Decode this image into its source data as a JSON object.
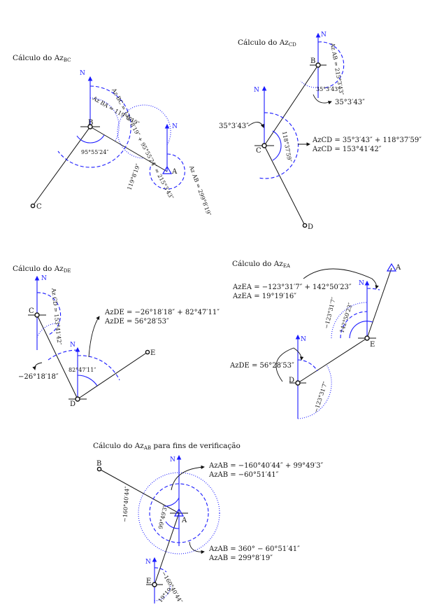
{
  "points": {
    "a": "A",
    "b": "B",
    "c": "C",
    "d": "D",
    "e": "E"
  },
  "panels": {
    "bc": {
      "title_prefix": "Cálculo do Az",
      "title_sub": "BC",
      "north": "N",
      "angle_b": "95°55′24″",
      "az_bc_expr": "Az BC = 119°8′19″ + 95°55′24″ = 215°3′43″",
      "az_ba": "Az BA = 119°8′19″",
      "az_ab": "Az AB = 299°8′19″",
      "az_ab_minus": "119°8′19″"
    },
    "cd": {
      "title_prefix": "Cálculo do Az",
      "title_sub": "CD",
      "north": "N",
      "az_ba": "Az AB = 215°3′43″",
      "minus_small": "35°3′43″",
      "angle_c": "118°37′59″",
      "callout_b": "35°3′43″",
      "callout_c": "35°3′43″",
      "eq1": "AzCD = 35°3′43″ + 118°37′59″",
      "eq2": "AzCD = 153°41′42″"
    },
    "de": {
      "title_prefix": "Cálculo do Az",
      "title_sub": "DE",
      "north": "N",
      "az_cd": "Az CD = 153°41′42″",
      "angle_d": "82°47′11″",
      "callout_c": "−26°18′18″",
      "eq1": "AzDE = −26°18′18″ + 82°47′11″",
      "eq2": "AzDE = 56°28′53″"
    },
    "ea": {
      "title_prefix": "Cálculo do Az",
      "title_sub": "EA",
      "north": "N",
      "az_neg": "−123°31′7″",
      "angle_e": "142°50′23″",
      "az_neg_d": "−123°31′7″",
      "callout_d": "AzDE = 56°28′53″",
      "eq1": "AzEA = −123°31′7″ + 142°50′23″",
      "eq2": "AzEA = 19°19′16″"
    },
    "ab": {
      "title_prefix": "Cálculo do Az",
      "title_sub": "AB",
      "title_suffix": " para fins de verificação",
      "north": "N",
      "az_neg": "−160°40′44″",
      "angle_a": "99°49′3″",
      "az_e_neg": "−160°40′44″",
      "az_e_small": "19°19′",
      "eq1": "AzAB = −160°40′44″ + 99°49′3″",
      "eq2": "AzAB = −60°51′41″",
      "eq3": "AzAB = 360° − 60°51′41″",
      "eq4": "AzAB = 299°8′19″"
    }
  },
  "colors": {
    "north_and_arcs": "#1a1aff",
    "lines": "#111111"
  }
}
